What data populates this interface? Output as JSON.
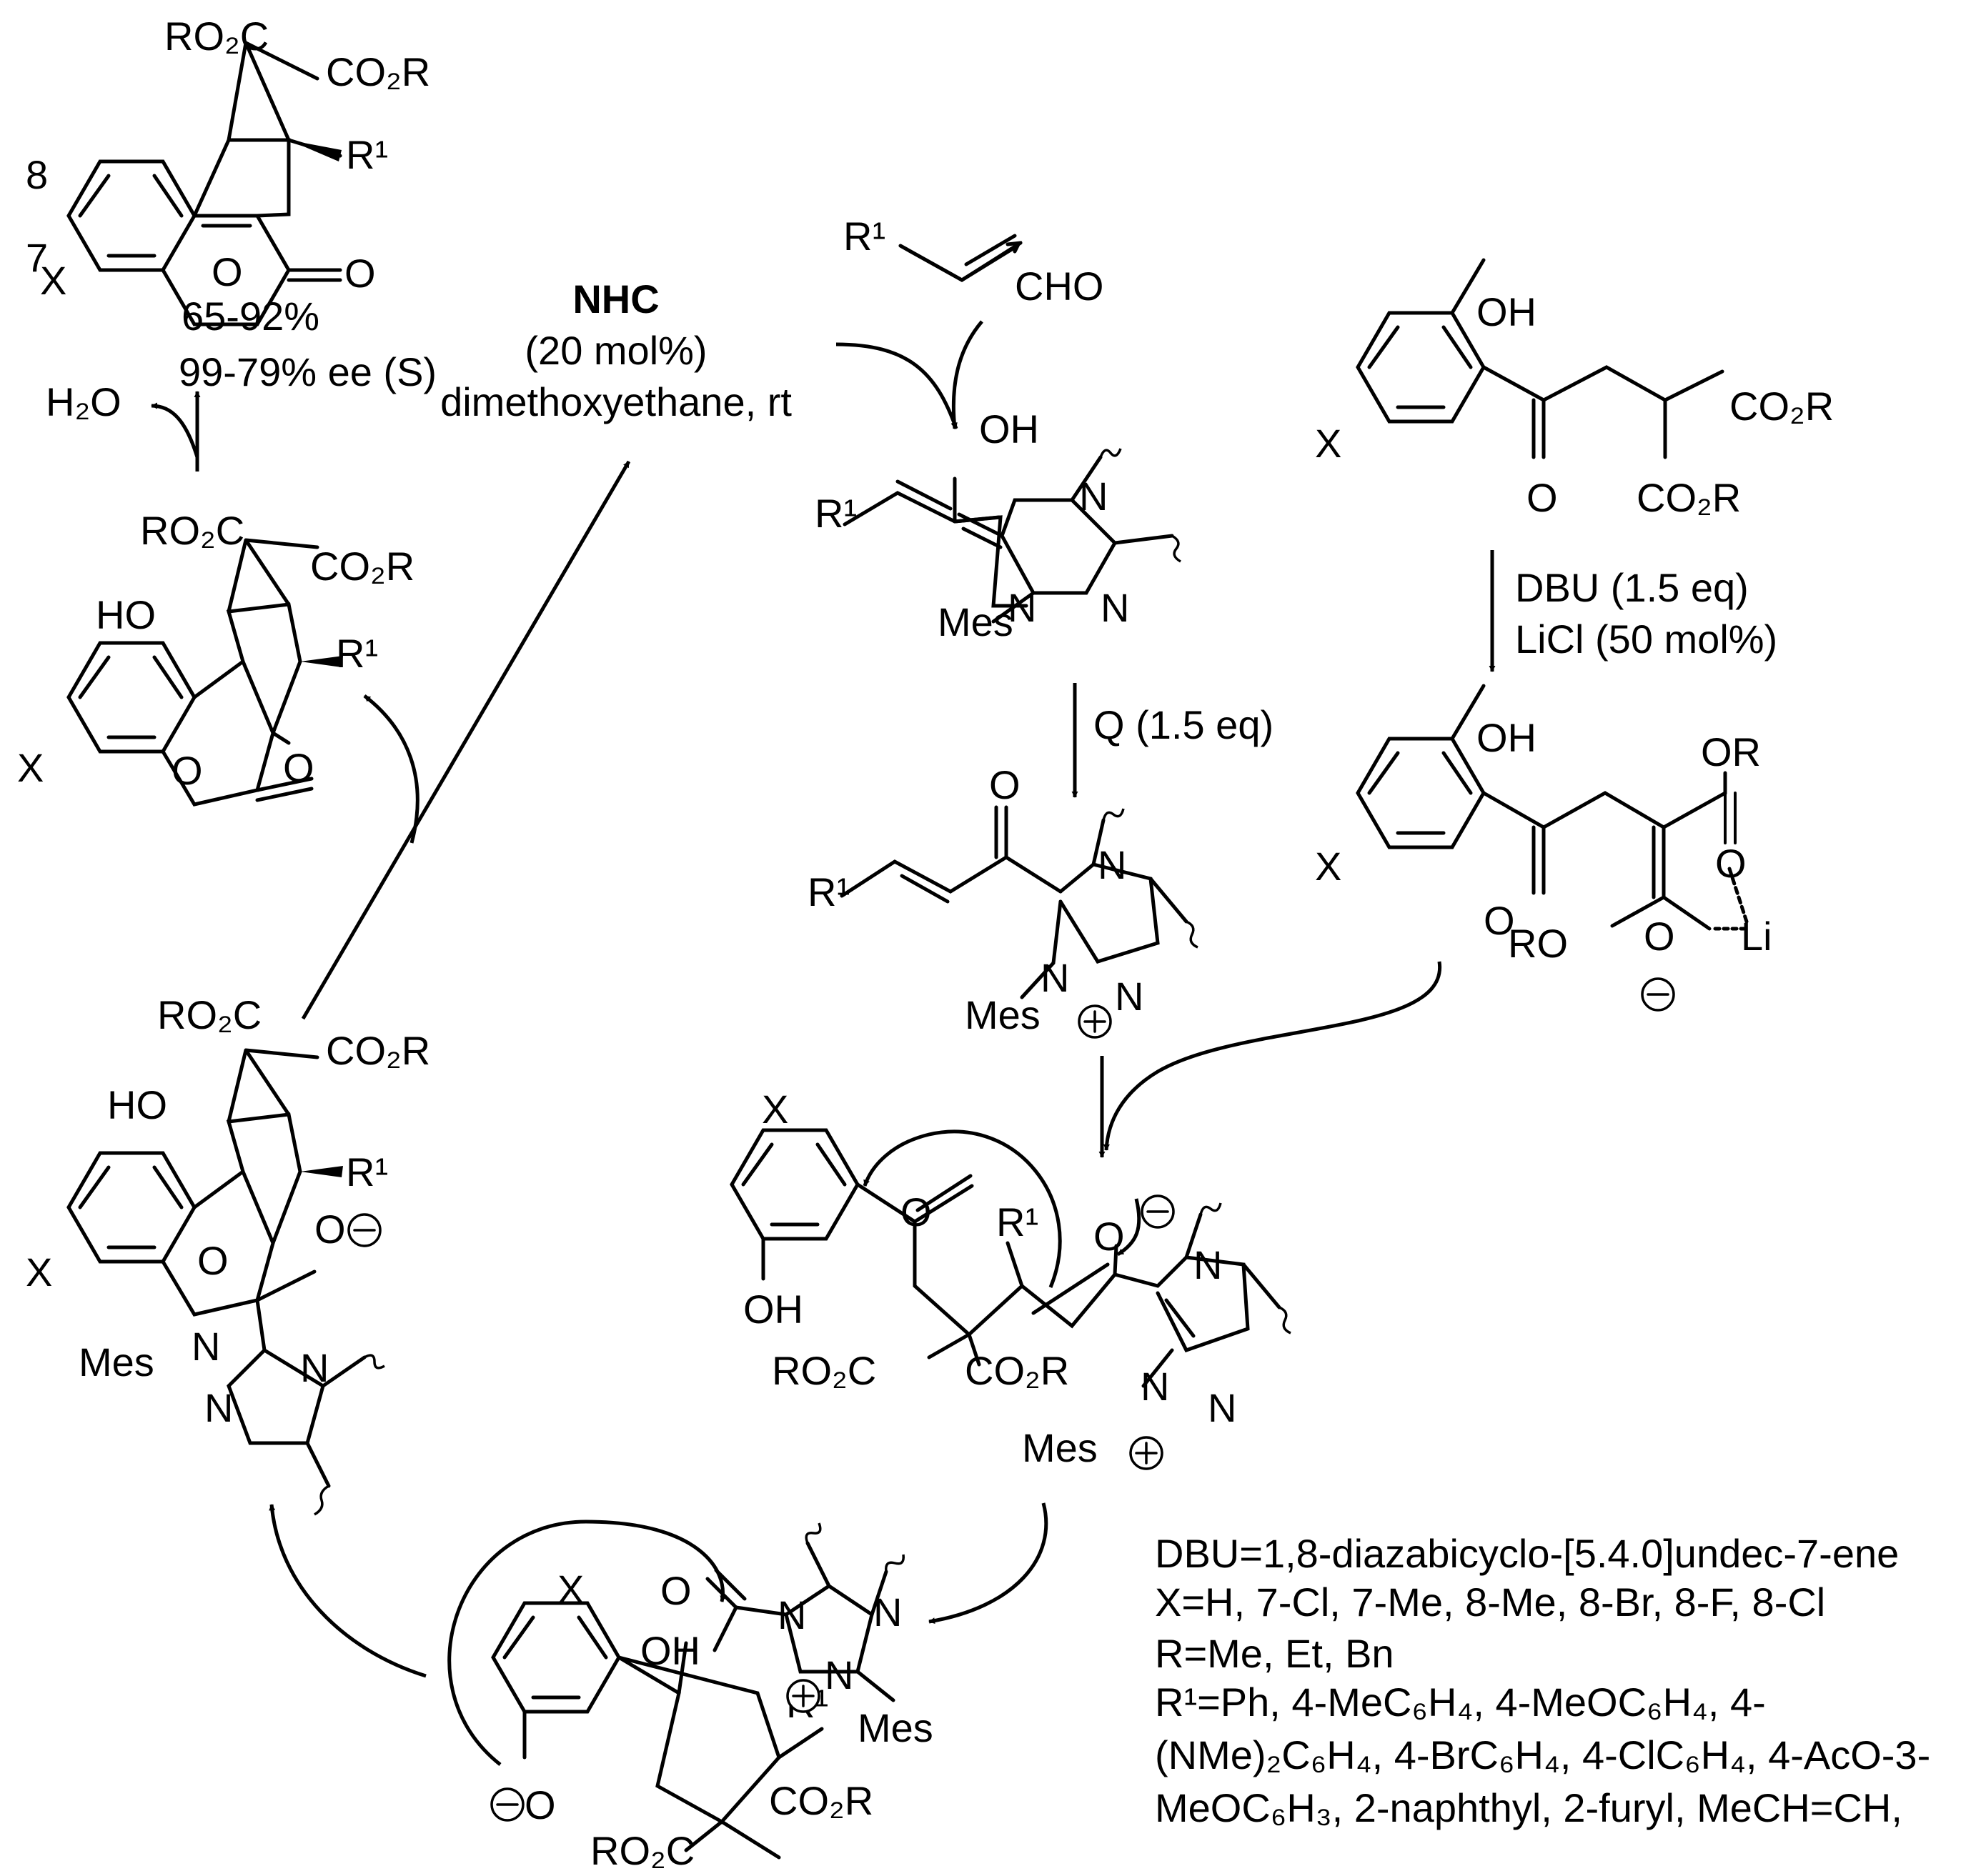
{
  "product": {
    "top_left_ester": "RO₂C",
    "top_right_ester": "CO₂R",
    "substituent": "R¹",
    "ring_x": "X",
    "position_8": "8",
    "position_7": "7",
    "ring_oxygen": "O",
    "carbonyl_oxygen": "O",
    "yield": "65-92%",
    "ee": "99-79% ee (S)"
  },
  "water_loss": {
    "label": "H₂O"
  },
  "catalyst": {
    "name": "NHC",
    "loading": "(20 mol%)",
    "conditions": "dimethoxyethane, rt"
  },
  "enal": {
    "substituent": "R¹",
    "aldehyde": "CHO"
  },
  "breslow": {
    "substituent": "R¹",
    "hydroxyl": "OH",
    "n4": "N",
    "n1": "N",
    "n2": "N",
    "mes": "Mes"
  },
  "oxidant": {
    "label": "Q (1.5 eq)"
  },
  "acyl_azolium": {
    "substituent": "R¹",
    "carbonyl_o": "O",
    "n4": "N",
    "n1": "N",
    "n2": "N",
    "mes": "Mes"
  },
  "ketomalonate": {
    "hydroxyl": "OH",
    "ring_x": "X",
    "ketone_o": "O",
    "ester_1": "CO₂R",
    "ester_2": "CO₂R"
  },
  "base_conditions": {
    "line1": "DBU (1.5 eq)",
    "line2": "LiCl (50 mol%)"
  },
  "lithium_enolate": {
    "hydroxyl": "OH",
    "ring_x": "X",
    "ketone_o": "O",
    "ester_or": "OR",
    "o_top": "O",
    "li": "Li",
    "ro": "RO",
    "o_bottom": "O"
  },
  "michael_adduct": {
    "ring_x": "X",
    "hydroxyl": "OH",
    "ketone_o": "O",
    "substituent": "R¹",
    "enolate_o": "O",
    "ester_left": "RO₂C",
    "ester_right": "CO₂R",
    "n4": "N",
    "n1": "N",
    "n2": "N",
    "mes": "Mes"
  },
  "aldol_adduct": {
    "ring_x": "X",
    "phenoxide_o": "O",
    "hydroxyl": "OH",
    "carbonyl_o": "O",
    "substituent": "R¹",
    "ester_right": "CO₂R",
    "ester_left": "RO₂C",
    "n4": "N",
    "n1": "N",
    "n2": "N",
    "mes": "Mes"
  },
  "tetrahedral_intermediate": {
    "ester_left": "RO₂C",
    "ester_right": "CO₂R",
    "hydroxyl": "HO",
    "substituent": "R¹",
    "ring_x": "X",
    "ring_o": "O",
    "alkoxide_o": "O",
    "mes": "Mes",
    "n1": "N",
    "n4": "N",
    "n2": "N"
  },
  "lactone_alcohol": {
    "ester_left": "RO₂C",
    "ester_right": "CO₂R",
    "hydroxyl": "HO",
    "substituent": "R¹",
    "ring_x": "X",
    "ring_o": "O",
    "carbonyl_o": "O"
  },
  "legend": {
    "line1": "DBU=1,8-diazabicyclo-[5.4.0]undec-7-ene",
    "line2": "X=H, 7-Cl, 7-Me, 8-Me, 8-Br, 8-F, 8-Cl",
    "line3": "R=Me, Et, Bn",
    "line4": "R¹=Ph, 4-MeC₆H₄, 4-MeOC₆H₄, 4-",
    "line5": "(NMe)₂C₆H₄, 4-BrC₆H₄, 4-ClC₆H₄, 4-AcO-3-",
    "line6": "MeOC₆H₃, 2-naphthyl, 2-furyl, MeCH=CH,"
  }
}
